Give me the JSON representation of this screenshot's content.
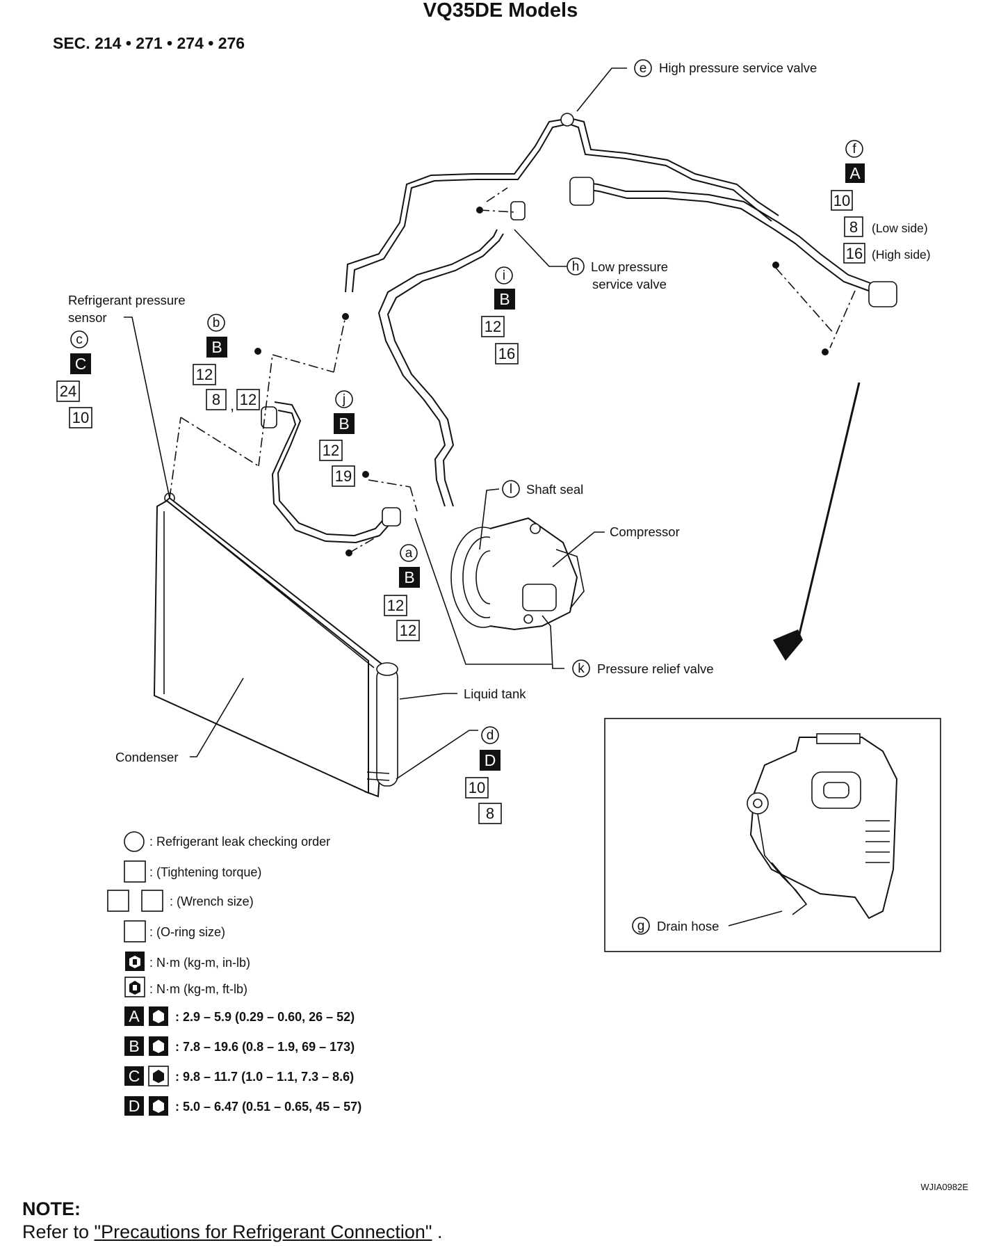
{
  "title": "VQ35DE Models",
  "section": "SEC. 214 • 271 • 274 • 276",
  "callouts": {
    "e": {
      "letter": "e",
      "label": "High pressure service valve"
    },
    "f": {
      "letter": "f",
      "torque": "A",
      "wrench": "10",
      "oring_low": "8",
      "low_side": "(Low side)",
      "oring_high": "16",
      "high_side": "(High side)"
    },
    "h": {
      "letter": "h",
      "label_line1": "Low pressure",
      "label_line2": "service valve"
    },
    "i": {
      "letter": "i",
      "torque": "B",
      "wrench": "12",
      "oring": "16"
    },
    "sensor": {
      "label_line1": "Refrigerant pressure",
      "label_line2": "sensor"
    },
    "c": {
      "letter": "c",
      "torque": "C",
      "wrench": "24",
      "oring": "10"
    },
    "b": {
      "letter": "b",
      "torque": "B",
      "wrench": "12",
      "oring_a": "8",
      "separator": ",",
      "oring_b": "12"
    },
    "j": {
      "letter": "j",
      "torque": "B",
      "wrench": "12",
      "oring": "19"
    },
    "l": {
      "letter": "l",
      "label": "Shaft seal"
    },
    "compressor": {
      "label": "Compressor"
    },
    "a": {
      "letter": "a",
      "torque": "B",
      "wrench": "12",
      "oring": "12"
    },
    "k": {
      "letter": "k",
      "label": "Pressure relief valve"
    },
    "liquid_tank": {
      "label": "Liquid tank"
    },
    "d": {
      "letter": "d",
      "torque": "D",
      "wrench": "10",
      "oring": "8"
    },
    "condenser": {
      "label": "Condenser"
    },
    "g": {
      "letter": "g",
      "label": "Drain hose"
    }
  },
  "legend": [
    {
      "symbol": "circle",
      "text": ": Refrigerant leak checking order"
    },
    {
      "symbol": "box",
      "text": ": (Tightening torque)"
    },
    {
      "symbol": "two-boxes",
      "text": ": (Wrench size)"
    },
    {
      "symbol": "box",
      "text": ": (O-ring size)"
    },
    {
      "symbol": "torque-wrench-icon",
      "text": ": N·m (kg-m, in-lb)"
    },
    {
      "symbol": "torque-wrench-icon-open",
      "text": ": N·m (kg-m, ft-lb)"
    },
    {
      "symbol": "A",
      "text": ": 2.9 – 5.9 (0.29 – 0.60, 26 – 52)"
    },
    {
      "symbol": "B",
      "text": ": 7.8 – 19.6 (0.8 – 1.9, 69 – 173)"
    },
    {
      "symbol": "C",
      "text": ": 9.8 – 11.7 (1.0 – 1.1, 7.3 – 8.6)"
    },
    {
      "symbol": "D",
      "text": ": 5.0 – 6.47 (0.51 – 0.65, 45 – 57)"
    }
  ],
  "figure_code": "WJIA0982E",
  "note": {
    "heading": "NOTE:",
    "prefix": "Refer to ",
    "link": "\"Precautions for Refrigerant Connection\"",
    "suffix": " ."
  }
}
